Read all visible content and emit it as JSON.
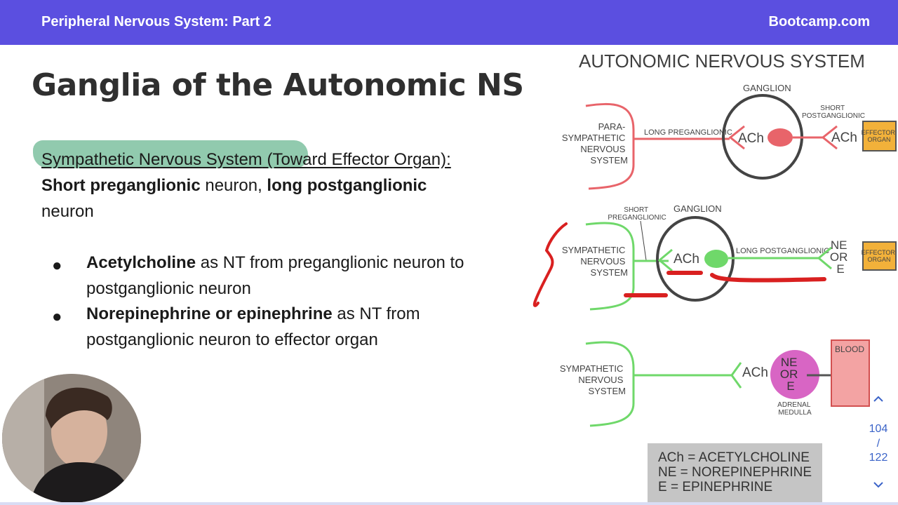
{
  "header": {
    "course_title": "Peripheral Nervous System: Part 2",
    "brand": "Bootcamp.com"
  },
  "slide": {
    "title": "Ganglia of the Autonomic NS",
    "sympathetic_heading": "Sympathetic Nervous System",
    "sympathetic_heading_rest": " (Toward Effector Organ):",
    "line2_bold1": "Short preganglionic",
    "line2_mid": " neuron, ",
    "line2_bold2": "long postganglionic",
    "line3": "neuron",
    "bullets": [
      {
        "bold": "Acetylcholine",
        "text1": " as NT from preganglionic neuron to",
        "text2": "postganglionic neuron"
      },
      {
        "bold": "Norepinephrine or epinephrine",
        "text1": " as NT from",
        "text2": "postganglionic neuron to effector organ"
      }
    ]
  },
  "diagram": {
    "title": "AUTONOMIC NERVOUS SYSTEM",
    "para": {
      "system_lines": [
        "PARA-",
        "SYMPATHETIC",
        "NERVOUS",
        "SYSTEM"
      ],
      "ganglion": "GANGLION",
      "pre_label": "LONG PREGANGLIONIC",
      "post_label_lines": [
        "SHORT",
        "POSTGANGLIONIC"
      ],
      "nt1": "ACh",
      "nt2": "ACh",
      "effector_lines": [
        "EFFECTOR",
        "ORGAN"
      ]
    },
    "symp": {
      "system_lines": [
        "SYMPATHETIC",
        "NERVOUS",
        "SYSTEM"
      ],
      "ganglion": "GANGLION",
      "pre_label_lines": [
        "SHORT",
        "PREGANGLIONIC"
      ],
      "post_label": "LONG POSTGANGLIONIC",
      "nt1": "ACh",
      "nt2_lines": [
        "NE",
        "OR",
        "E"
      ],
      "effector_lines": [
        "EFFECTOR",
        "ORGAN"
      ]
    },
    "adrenal": {
      "system_lines": [
        "SYMPATHETIC",
        "NERVOUS",
        "SYSTEM"
      ],
      "nt1": "ACh",
      "medulla_lines": [
        "NE",
        "OR",
        "E"
      ],
      "medulla_label_lines": [
        "ADRENAL",
        "MEDULLA"
      ],
      "blood": "BLOOD"
    },
    "colors": {
      "para": "#e8646a",
      "symp": "#6fd86a",
      "effector": "#f2b13a",
      "medulla": "#d865c4",
      "blood": "#f3a3a3",
      "ink": "#d92020"
    }
  },
  "legend": [
    "ACh = ACETYLCHOLINE",
    "NE = NOREPINEPHRINE",
    "E = EPINEPHRINE"
  ],
  "nav": {
    "current": "104",
    "separator": "/",
    "total": "122",
    "up_icon": "chevron-up-icon",
    "down_icon": "chevron-down-icon"
  }
}
